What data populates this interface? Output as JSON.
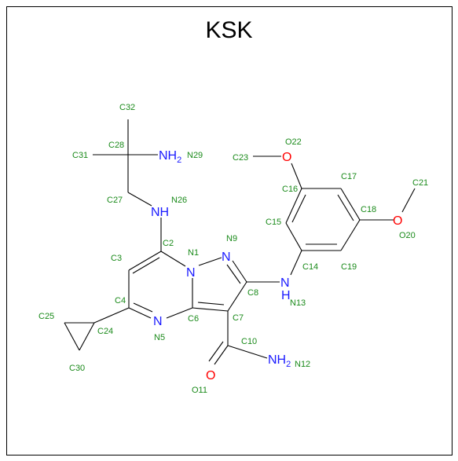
{
  "title": "KSK",
  "colors": {
    "carbon": "#000000",
    "nitrogen": "#1a1aff",
    "oxygen": "#ff0000",
    "label": "#1a8a1a"
  },
  "element_labels": [
    {
      "id": "nh2_29",
      "main": "NH",
      "sub": "2",
      "color": "nitrogen"
    },
    {
      "id": "nh_26",
      "main": "NH",
      "sub": "",
      "color": "nitrogen"
    },
    {
      "id": "n1",
      "main": "N",
      "sub": "",
      "color": "nitrogen"
    },
    {
      "id": "n9",
      "main": "N",
      "sub": "",
      "color": "nitrogen"
    },
    {
      "id": "n5",
      "main": "N",
      "sub": "",
      "color": "nitrogen"
    },
    {
      "id": "nh_13",
      "main": "H",
      "sub": "",
      "color": "nitrogen"
    },
    {
      "id": "n13n",
      "main": "N",
      "sub": "",
      "color": "nitrogen"
    },
    {
      "id": "nh2_12",
      "main": "NH",
      "sub": "2",
      "color": "nitrogen"
    },
    {
      "id": "o22",
      "main": "O",
      "sub": "",
      "color": "oxygen"
    },
    {
      "id": "o20",
      "main": "O",
      "sub": "",
      "color": "oxygen"
    },
    {
      "id": "o11",
      "main": "O",
      "sub": "",
      "color": "oxygen"
    }
  ],
  "atom_labels": [
    {
      "id": "C32",
      "text": "C32"
    },
    {
      "id": "C28",
      "text": "C28"
    },
    {
      "id": "C31",
      "text": "C31"
    },
    {
      "id": "N29",
      "text": "N29"
    },
    {
      "id": "C27",
      "text": "C27"
    },
    {
      "id": "N26",
      "text": "N26"
    },
    {
      "id": "C2",
      "text": "C2"
    },
    {
      "id": "N1",
      "text": "N1"
    },
    {
      "id": "N9",
      "text": "N9"
    },
    {
      "id": "C3",
      "text": "C3"
    },
    {
      "id": "C4",
      "text": "C4"
    },
    {
      "id": "C6",
      "text": "C6"
    },
    {
      "id": "N5",
      "text": "N5"
    },
    {
      "id": "C7",
      "text": "C7"
    },
    {
      "id": "C8",
      "text": "C8"
    },
    {
      "id": "C10",
      "text": "C10"
    },
    {
      "id": "N12",
      "text": "N12"
    },
    {
      "id": "O11",
      "text": "O11"
    },
    {
      "id": "C25",
      "text": "C25"
    },
    {
      "id": "C24",
      "text": "C24"
    },
    {
      "id": "C30",
      "text": "C30"
    },
    {
      "id": "C23",
      "text": "C23"
    },
    {
      "id": "O22",
      "text": "O22"
    },
    {
      "id": "C16",
      "text": "C16"
    },
    {
      "id": "C17",
      "text": "C17"
    },
    {
      "id": "C15",
      "text": "C15"
    },
    {
      "id": "C18",
      "text": "C18"
    },
    {
      "id": "C21",
      "text": "C21"
    },
    {
      "id": "O20",
      "text": "O20"
    },
    {
      "id": "C14",
      "text": "C14"
    },
    {
      "id": "C19",
      "text": "C19"
    },
    {
      "id": "N13",
      "text": "N13"
    }
  ]
}
